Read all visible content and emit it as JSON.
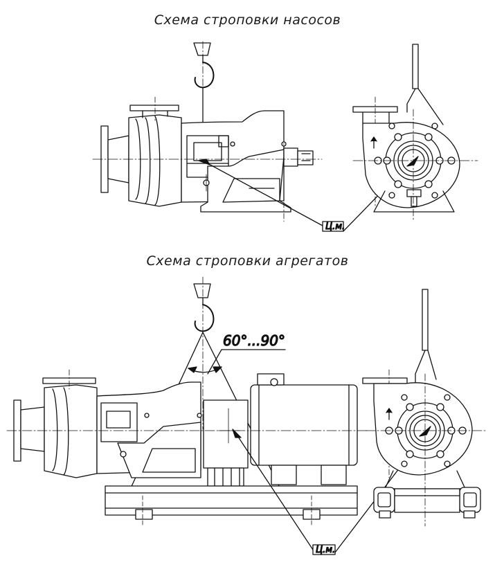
{
  "titles": {
    "pumps": "Схема строповки насосов",
    "units": "Схема строповки агрегатов"
  },
  "labels": {
    "center_of_mass": "Ц.м.",
    "sling_angle": "60°...90°"
  }
}
